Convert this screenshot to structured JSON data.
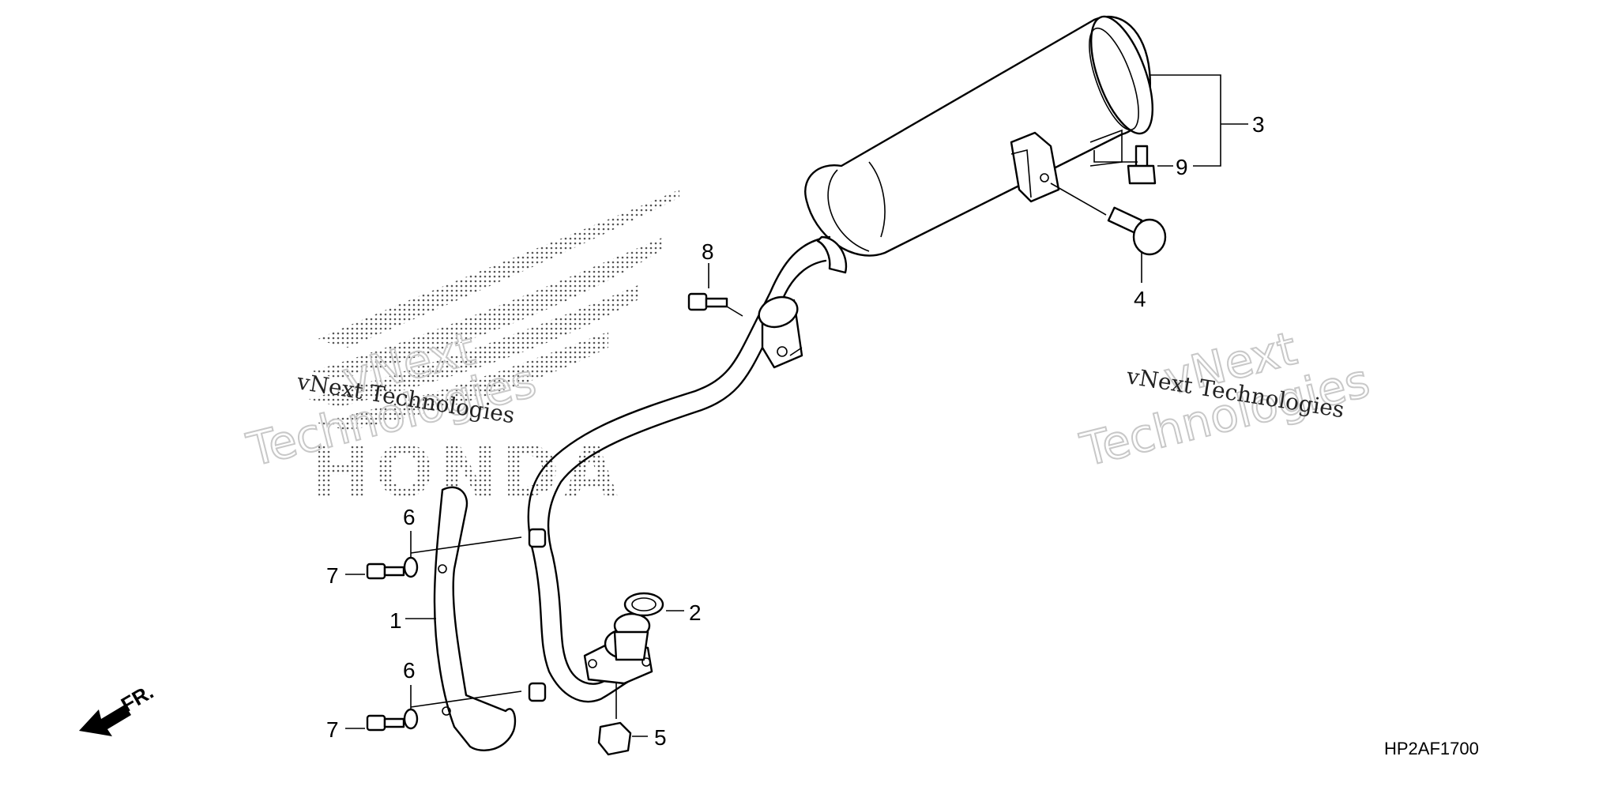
{
  "diagram": {
    "drawing_code": "HP2AF1700",
    "front_marker": "FR.",
    "brand_logo": "HONDA",
    "watermarks": [
      {
        "line1": "vNext Technologies",
        "line2": "vNext",
        "line3": "Technologies"
      },
      {
        "line1": "vNext Technologies",
        "line2": "vNext",
        "line3": "Technologies"
      }
    ],
    "callouts": {
      "p1": "1",
      "p2": "2",
      "p3": "3",
      "p4": "4",
      "p5": "5",
      "p6a": "6",
      "p6b": "6",
      "p7a": "7",
      "p7b": "7",
      "p8": "8",
      "p9": "9"
    },
    "icons": [
      "honda-wing-logo-icon",
      "front-arrow-icon"
    ],
    "colors": {
      "line": "#000000",
      "watermark": "#c8c8c8",
      "background": "#ffffff"
    }
  }
}
